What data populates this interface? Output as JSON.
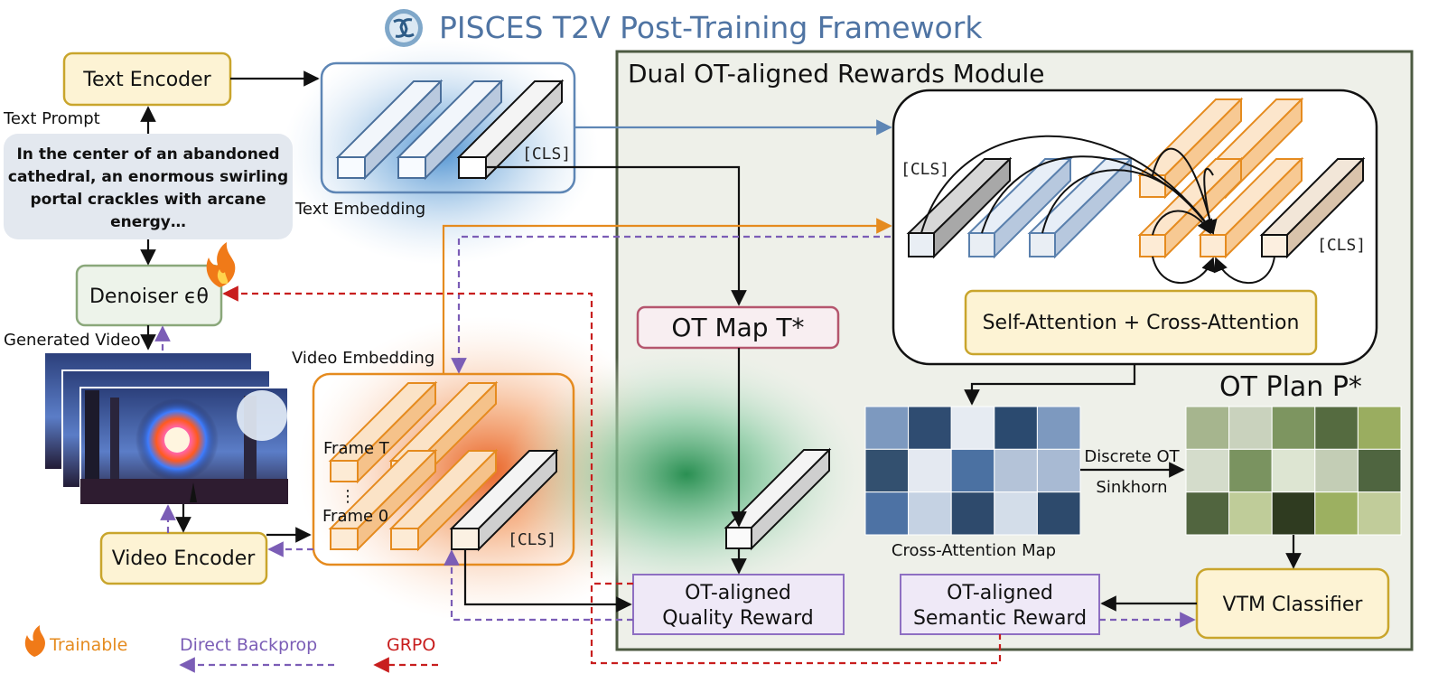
{
  "title": "PISCES T2V Post-Training Framework",
  "module": {
    "title": "Dual OT-aligned Rewards Module"
  },
  "left": {
    "text_encoder": "Text Encoder",
    "text_prompt_label": "Text Prompt",
    "prompt_lines": [
      "In the center of an abandoned",
      "cathedral, an enormous swirling",
      "portal crackles with arcane",
      "energy…"
    ],
    "denoiser": "Denoiser ϵθ",
    "generated_video_label": "Generated Video",
    "video_encoder": "Video Encoder"
  },
  "embeddings": {
    "text_embedding_label": "Text Embedding",
    "video_embedding_label": "Video Embedding",
    "cls_token": "[CLS]",
    "frame_top": "Frame T",
    "frame_bottom": "Frame 0",
    "frame_dots": "⋮"
  },
  "center": {
    "ot_map": "OT Map T*",
    "ot_plan": "OT Plan P*",
    "quality_reward": [
      "OT-aligned",
      "Quality Reward"
    ],
    "semantic_reward": [
      "OT-aligned",
      "Semantic Reward"
    ],
    "attention": "Self-Attention + Cross-Attention",
    "cross_attention_map_label": "Cross-Attention Map",
    "discrete_ot": "Discrete OT",
    "sinkhorn": "Sinkhorn",
    "vtm_classifier": "VTM Classifier"
  },
  "legend": {
    "trainable": "Trainable",
    "direct_backprop": "Direct Backprop",
    "grpo": "GRPO"
  },
  "heatmaps": {
    "cross_attention": [
      [
        "#7d99bf",
        "#2f4c71",
        "#e6ebf2",
        "#2b4a6f",
        "#7d99bf"
      ],
      [
        "#33506f",
        "#e4e9f1",
        "#4b71a2",
        "#b4c3d8",
        "#a8bad3"
      ],
      [
        "#4d72a4",
        "#c5d2e3",
        "#2e4a6c",
        "#d3dde9",
        "#2d4a6c"
      ]
    ],
    "ot_plan": [
      [
        "#a6b58e",
        "#c9d2bd",
        "#7d9560",
        "#556b40",
        "#9aad60"
      ],
      [
        "#d4dccb",
        "#7a9360",
        "#dde5d2",
        "#c3cdb5",
        "#4f6540"
      ],
      [
        "#51653f",
        "#bfcc99",
        "#2f3b20",
        "#9cb061",
        "#c1cc9a"
      ]
    ]
  },
  "colors": {
    "title_blue": "#4f74a3",
    "module_bg": "#eef0e9",
    "module_border": "#4c5a41",
    "yellow_fill": "#fdf3d4",
    "yellow_border": "#c9a52c",
    "green_fill": "#edf3ea",
    "pink_border": "#b5566e",
    "lavender_fill": "#efe9f7",
    "lavender_border": "#8e6fc2",
    "orange": "#e58b1f",
    "blue_arrow": "#5e86b5",
    "purple": "#7b5db6",
    "red": "#c81e1e"
  }
}
